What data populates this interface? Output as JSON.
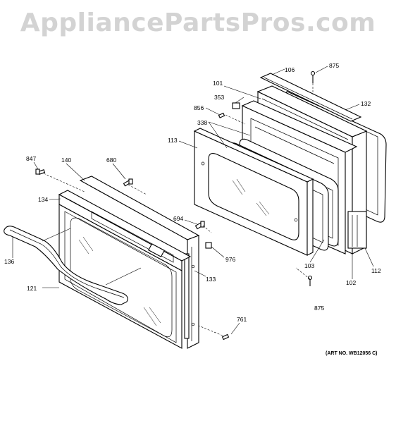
{
  "watermark": "AppliancePartsPros.com",
  "art_number": "(ART NO. WB12056 C)",
  "callouts": {
    "c106": "106",
    "c875a": "875",
    "c101": "101",
    "c132": "132",
    "c353": "353",
    "c856": "856",
    "c338": "338",
    "c113": "113",
    "c847": "847",
    "c140": "140",
    "c680": "680",
    "c134": "134",
    "c694": "694",
    "c136": "136",
    "c976": "976",
    "c103": "103",
    "c102": "102",
    "c112": "112",
    "c121": "121",
    "c133": "133",
    "c875b": "875",
    "c761": "761"
  }
}
